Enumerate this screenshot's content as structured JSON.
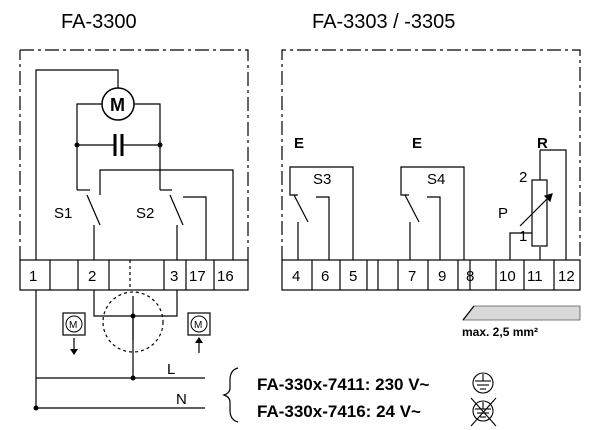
{
  "titles": {
    "left": "FA-3300",
    "right": "FA-3303 / -3305"
  },
  "fa3300": {
    "motor_label": "M",
    "switch_labels": [
      "S1",
      "S2"
    ],
    "terminals": [
      "1",
      "2",
      "3",
      "17",
      "16"
    ]
  },
  "fa3303": {
    "group_labels": [
      "E",
      "E",
      "R"
    ],
    "switch_labels": [
      "S3",
      "S4"
    ],
    "pot_labels": {
      "p": "P",
      "one": "1",
      "two": "2"
    },
    "terminals": [
      "4",
      "6",
      "5",
      "7",
      "9",
      "8",
      "10",
      "11",
      "12"
    ]
  },
  "wiring": {
    "motor_down_label": "M",
    "motor_up_label": "M",
    "line_label": "L",
    "neutral_label": "N",
    "wire_spec": "max. 2,5 mm²"
  },
  "models": [
    {
      "text": "FA-330x-7411: 230 V~",
      "icon": "earth-ground-icon"
    },
    {
      "text": "FA-330x-7416: 24 V~",
      "icon": "no-ground-icon"
    }
  ]
}
